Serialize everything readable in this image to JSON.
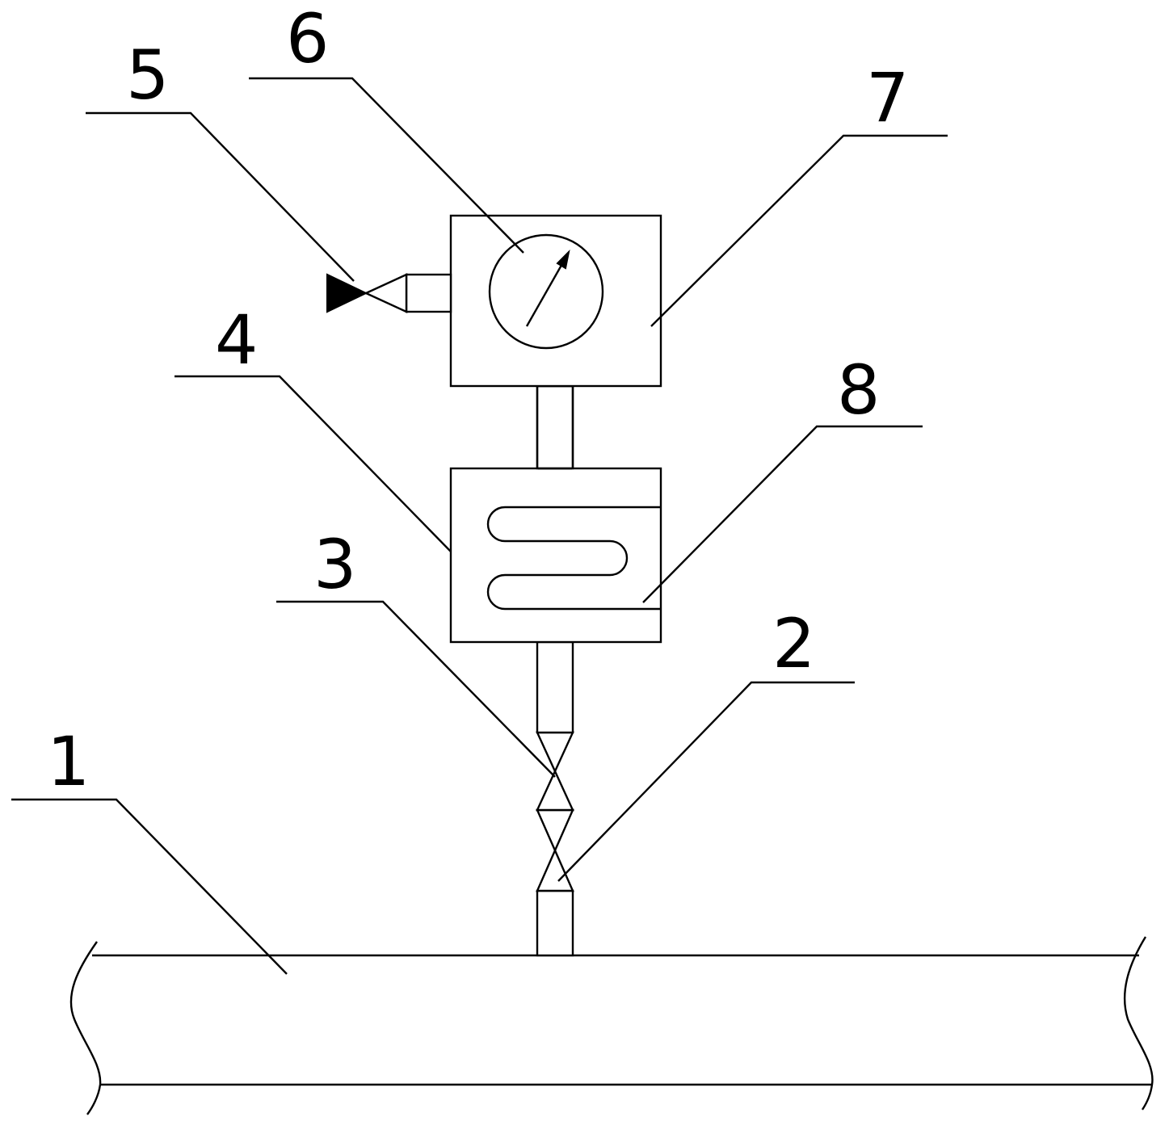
{
  "labels": {
    "l1": "1",
    "l2": "2",
    "l3": "3",
    "l4": "4",
    "l5": "5",
    "l6": "6",
    "l7": "7",
    "l8": "8"
  },
  "colors": {
    "stroke": "#000000",
    "background": "#ffffff"
  }
}
